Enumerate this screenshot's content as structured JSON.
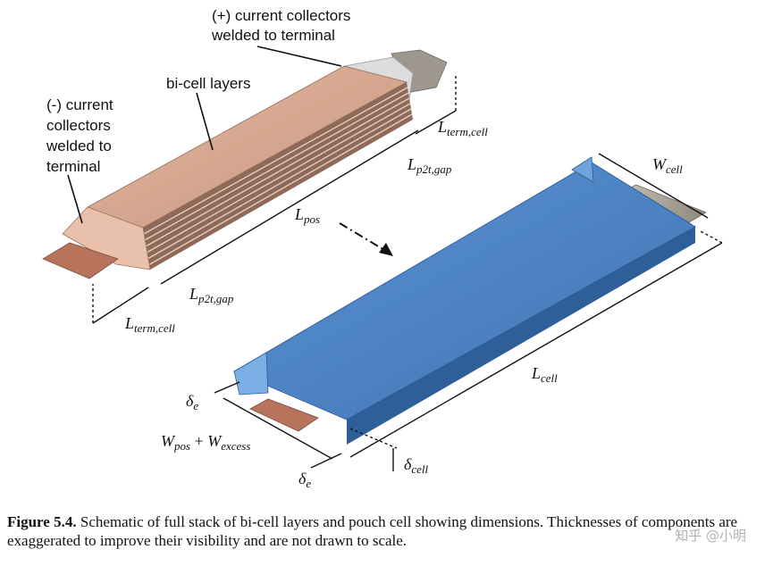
{
  "labels": {
    "pos_collectors_line1": "(+) current collectors",
    "pos_collectors_line2": "welded to terminal",
    "bicell_layers": "bi-cell layers",
    "neg_collectors_line1": "(-) current",
    "neg_collectors_line2": "collectors",
    "neg_collectors_line3": "welded to",
    "neg_collectors_line4": "terminal"
  },
  "dims": {
    "L_term_top": {
      "main": "L",
      "sub": "term,cell"
    },
    "L_p2t_top": {
      "main": "L",
      "sub": "p2t,gap"
    },
    "L_pos": {
      "main": "L",
      "sub": "pos"
    },
    "L_p2t_bottom": {
      "main": "L",
      "sub": "p2t,gap"
    },
    "L_term_bottom": {
      "main": "L",
      "sub": "term,cell"
    },
    "W_cell": {
      "main": "W",
      "sub": "cell"
    },
    "L_cell": {
      "main": "L",
      "sub": "cell"
    },
    "delta_e_top": {
      "main": "δ",
      "sub": "e"
    },
    "W_pos_excess": {
      "main1": "W",
      "sub1": "pos",
      "plus": " + ",
      "main2": "W",
      "sub2": "excess"
    },
    "delta_e_bottom": {
      "main": "δ",
      "sub": "e"
    },
    "delta_cell": {
      "main": "δ",
      "sub": "cell"
    }
  },
  "caption": {
    "label": "Figure 5.4.",
    "text": " Schematic of full stack of bi-cell layers and pouch cell showing dimensions. Thicknesses of components are exaggerated to improve their visibility and are not drawn to scale."
  },
  "watermark": "知乎 @小明",
  "colors": {
    "copper": "#d9a58a",
    "pouch_blue": "#4f86c6",
    "terminal_gray": "#a09a90",
    "ink": "#111111"
  }
}
